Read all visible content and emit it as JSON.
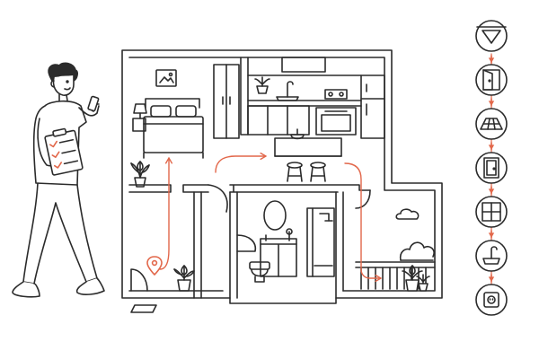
{
  "colors": {
    "ink": "#2b2b2b",
    "accent": "#e2674a",
    "background": "#ffffff"
  },
  "figure": {
    "name": "inspector-with-checklist",
    "device": "phone-icon",
    "clipboard": "checklist-icon",
    "checklist_items": 3
  },
  "floor_plan": {
    "rooms": [
      {
        "id": "bedroom",
        "icons": [
          "bed-icon",
          "wall-picture-icon",
          "lamp-icon",
          "wardrobe-icon",
          "plant-icon"
        ]
      },
      {
        "id": "entry-hall",
        "icons": [
          "location-pin-icon",
          "doormat-icon",
          "plant-icon"
        ]
      },
      {
        "id": "kitchen",
        "icons": [
          "range-hood-icon",
          "sink-icon",
          "stove-icon",
          "oven-icon",
          "fridge-icon",
          "island-icon",
          "stool-icon"
        ]
      },
      {
        "id": "bathroom",
        "icons": [
          "mirror-icon",
          "vanity-icon",
          "toilet-icon",
          "shower-icon"
        ]
      },
      {
        "id": "balcony",
        "icons": [
          "cloud-icon",
          "bush-icon",
          "railing-icon",
          "plant-icon"
        ]
      }
    ],
    "route": [
      "entry-hall",
      "bedroom",
      "kitchen",
      "balcony"
    ]
  },
  "checkpoints": [
    {
      "id": "ceiling",
      "icon": "ceiling-light-icon"
    },
    {
      "id": "door",
      "icon": "door-icon"
    },
    {
      "id": "floor",
      "icon": "floor-tiles-icon"
    },
    {
      "id": "interior-door",
      "icon": "interior-door-icon"
    },
    {
      "id": "window",
      "icon": "window-icon"
    },
    {
      "id": "faucet",
      "icon": "faucet-icon"
    },
    {
      "id": "outlet",
      "icon": "power-outlet-icon"
    }
  ]
}
